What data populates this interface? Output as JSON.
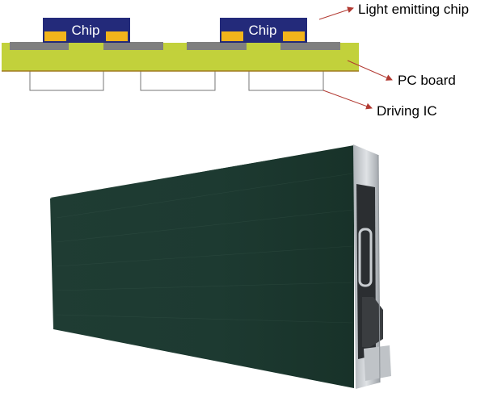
{
  "diagram": {
    "chips": [
      {
        "label": "Chip"
      },
      {
        "label": "Chip"
      }
    ],
    "callouts": {
      "light_emitting_chip": "Light emitting chip",
      "pc_board": "PC board",
      "driving_ic": "Driving IC"
    }
  },
  "colors": {
    "chip_body": "#232a7a",
    "solder_pad": "#f2b41b",
    "copper_trace": "#7f7f7f",
    "pc_board": "#c2d13b",
    "driver_ic": "#ffffff",
    "arrow": "#b23a32",
    "panel_face": "#1e3a31",
    "frame": "#c9cdd1"
  },
  "images": {
    "module_photo": "led-display-module-photo"
  }
}
